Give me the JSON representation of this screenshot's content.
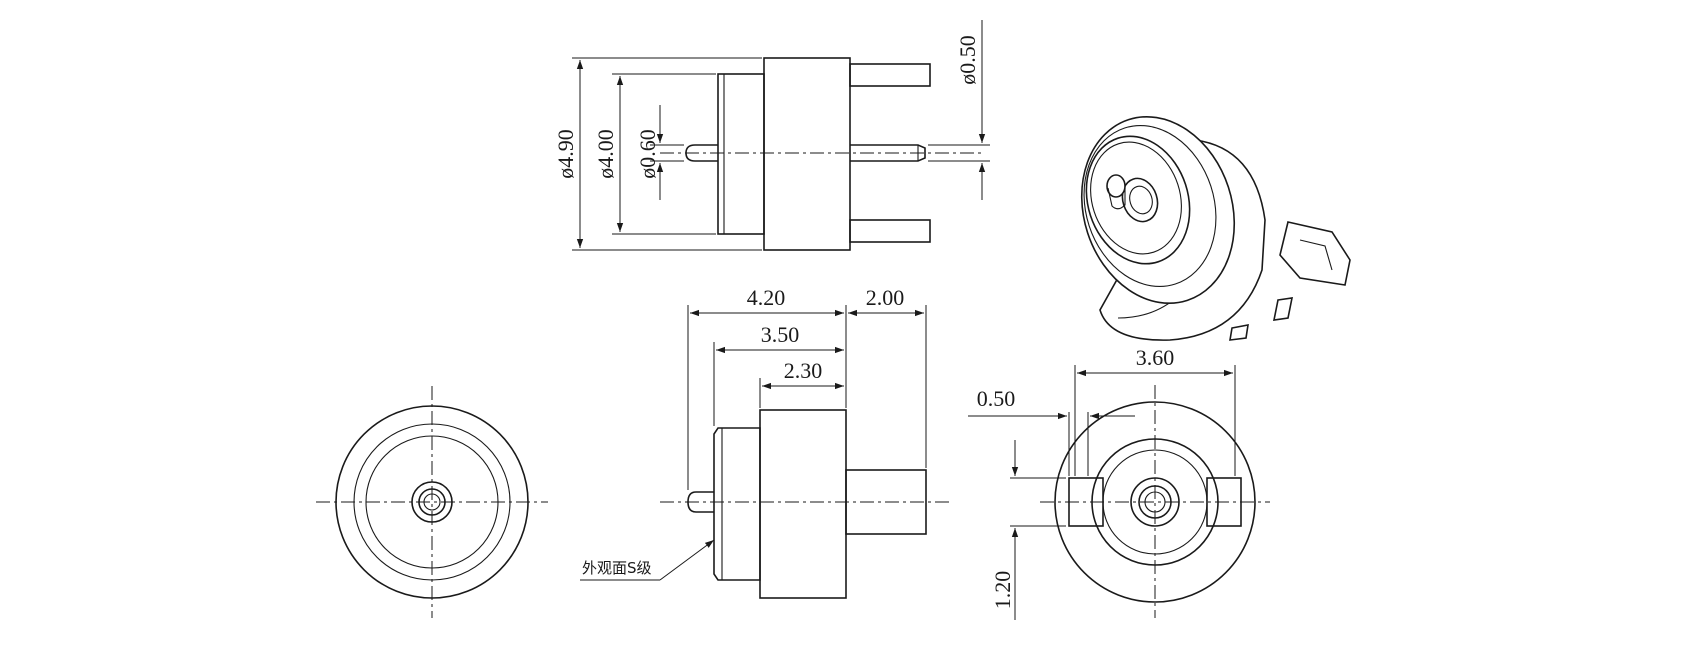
{
  "dimensions": {
    "top_dia_outer": "ø4.90",
    "top_dia_inner": "ø4.00",
    "top_dia_pin": "ø0.60",
    "top_dia_lead": "ø0.50",
    "side_overall": "4.20",
    "side_tail": "2.00",
    "side_mid": "3.50",
    "side_body": "2.30",
    "back_width": "3.60",
    "back_slot": "0.50",
    "back_offset": "1.20"
  },
  "note": "外观面S级",
  "colors": {
    "line": "#1a1a1a",
    "background": "#ffffff"
  }
}
